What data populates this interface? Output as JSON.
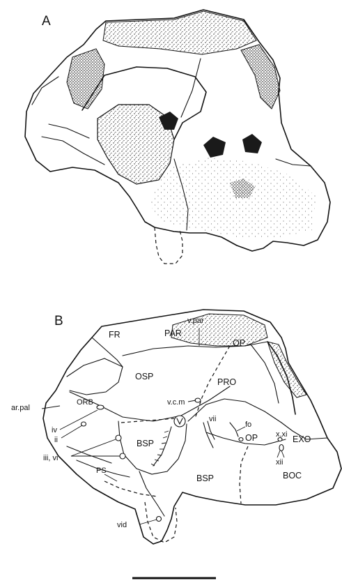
{
  "panel_a": {
    "letter": "A"
  },
  "panel_b": {
    "letter": "B",
    "labels": {
      "v_par": "v.par",
      "fr": "FR",
      "par": "PAR",
      "op_upper": "OP",
      "osp": "OSP",
      "pro": "PRO",
      "orb": "ORB",
      "ar_pal": "ar.pal",
      "iv": "iv",
      "ii": "ii",
      "iii_vi": "iii, vi",
      "v_c_m": "v.c.m",
      "vii": "vii",
      "fo": "fo",
      "op_lower": "OP",
      "x_xi": "x,xi",
      "exo": "EXO",
      "xii": "xii",
      "bsp_upper": "BSP",
      "ps": "PS",
      "bsp_lower": "BSP",
      "boc": "BOC",
      "vid": "vid"
    }
  },
  "colors": {
    "ink": "#111111",
    "paper": "#ffffff"
  }
}
